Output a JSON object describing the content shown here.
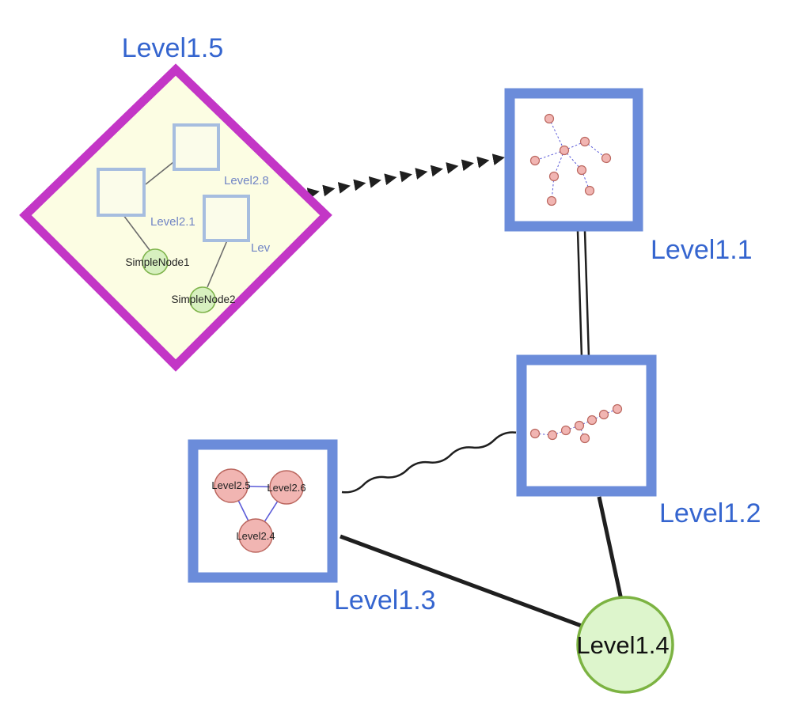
{
  "colors": {
    "label_blue": "#3565cf",
    "inner_label_blue": "#7185c5",
    "diamond_stroke": "#c336c6",
    "diamond_fill": "#fcfde3",
    "square_stroke": "#6b8cda",
    "inner_square_stroke": "#a6bddf",
    "inner_square_fill": "#fbfcea",
    "green_fill": "#d7f0bf",
    "green_stroke": "#7fb44c",
    "big_green_fill": "#ddf5cc",
    "big_green_stroke": "#7cb342",
    "pink_fill": "#f1b5b2",
    "pink_stroke": "#bb675f",
    "mini_edge_blue": "#5b5bd8",
    "edge_black": "#1f1f1f",
    "inner_edge_gray": "#6b6b6b"
  },
  "nodes": {
    "level15": {
      "label": "Level1.5"
    },
    "level11": {
      "label": "Level1.1"
    },
    "level12": {
      "label": "Level1.2"
    },
    "level13": {
      "label": "Level1.3"
    },
    "level14": {
      "label": "Level1.4"
    }
  },
  "level15_contents": {
    "square_top": {
      "label": "Level2.8"
    },
    "square_left": {
      "label": "Level2.1"
    },
    "square_right": {
      "label": "Lev"
    },
    "simple1": {
      "label": "SimpleNode1"
    },
    "simple2": {
      "label": "SimpleNode2"
    }
  },
  "level13_contents": {
    "a": {
      "label": "Level2.5"
    },
    "b": {
      "label": "Level2.6"
    },
    "c": {
      "label": "Level2.4"
    }
  }
}
